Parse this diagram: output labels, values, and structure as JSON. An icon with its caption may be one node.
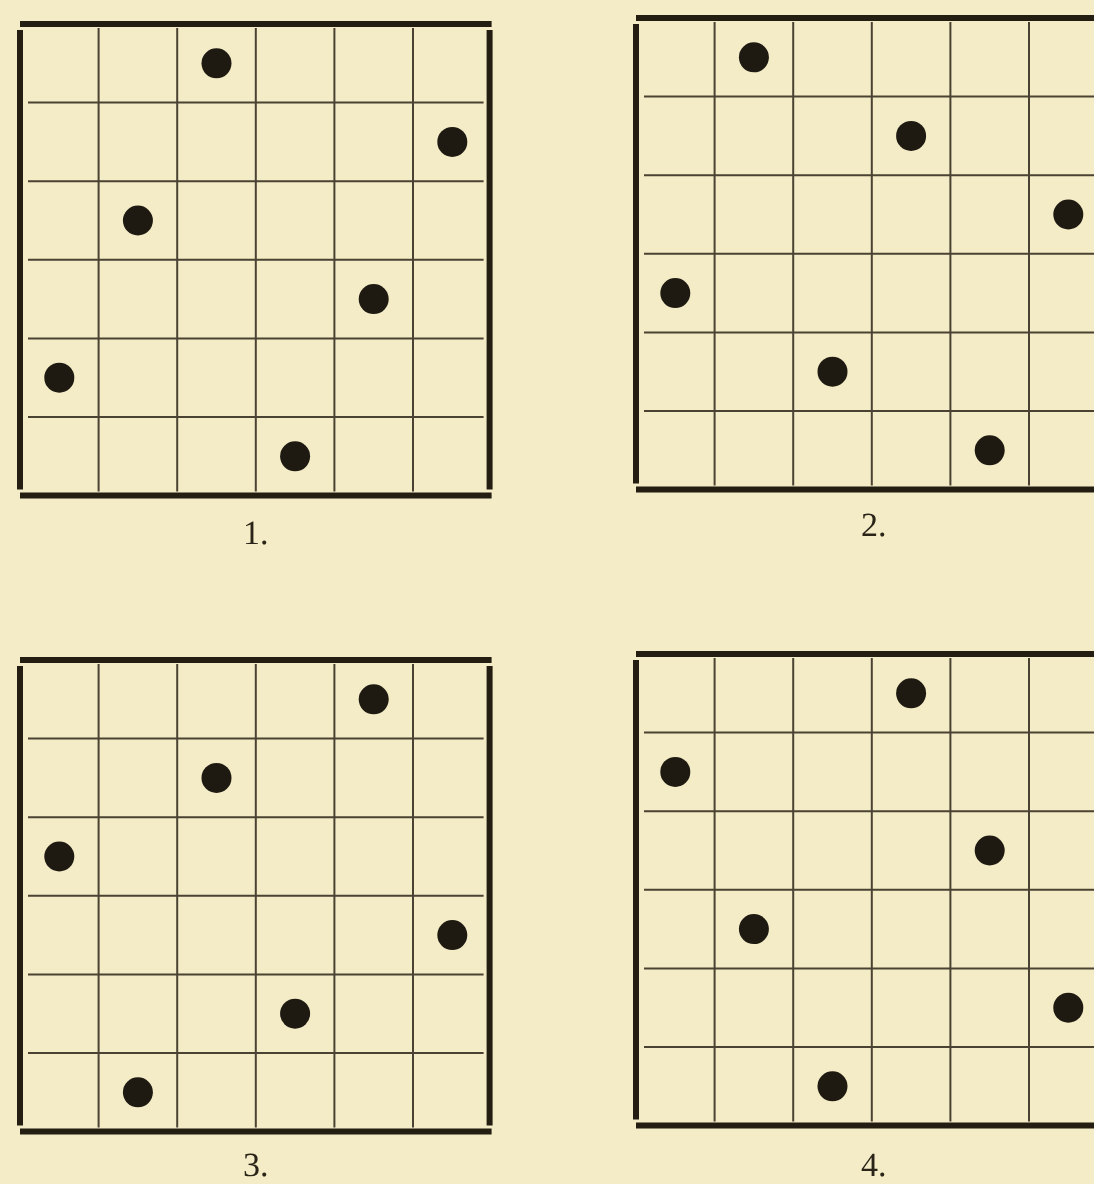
{
  "diagram": {
    "labels": [
      "1.",
      "2.",
      "3.",
      "4."
    ]
  }
}
